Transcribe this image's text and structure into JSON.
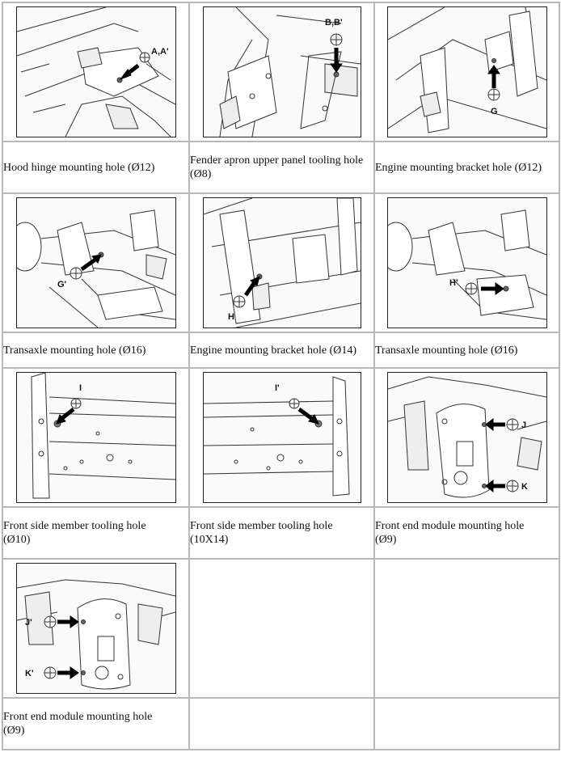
{
  "cells": [
    {
      "caption_lines": [
        "Hood hinge mounting hole (Ø12)"
      ],
      "labels": [
        "A,A'"
      ],
      "icons": [
        "hood-hinge-illustration"
      ]
    },
    {
      "caption_lines": [
        "Fender apron upper panel tooling hole",
        "(Ø8)"
      ],
      "labels": [
        "B,B'"
      ],
      "icons": [
        "fender-apron-illustration"
      ]
    },
    {
      "caption_lines": [
        "Engine mounting bracket hole (Ø12)"
      ],
      "labels": [
        "G"
      ],
      "icons": [
        "engine-bracket-illustration"
      ]
    },
    {
      "caption_lines": [
        "Transaxle mounting hole (Ø16)"
      ],
      "labels": [
        "G'"
      ],
      "icons": [
        "transaxle-illustration"
      ]
    },
    {
      "caption_lines": [
        "Engine mounting bracket hole (Ø14)"
      ],
      "labels": [
        "H"
      ],
      "icons": [
        "engine-bracket-illustration"
      ]
    },
    {
      "caption_lines": [
        "Transaxle mounting hole (Ø16)"
      ],
      "labels": [
        "H'"
      ],
      "icons": [
        "transaxle-illustration"
      ]
    },
    {
      "caption_lines": [
        "Front side member tooling hole",
        "(Ø10)"
      ],
      "labels": [
        "I"
      ],
      "icons": [
        "side-member-illustration"
      ]
    },
    {
      "caption_lines": [
        "Front side member tooling hole",
        "(10X14)"
      ],
      "labels": [
        "I'"
      ],
      "icons": [
        "side-member-illustration"
      ]
    },
    {
      "caption_lines": [
        "Front end module mounting hole",
        "(Ø9)"
      ],
      "labels": [
        "J",
        "K"
      ],
      "icons": [
        "front-end-module-illustration"
      ]
    },
    {
      "caption_lines": [
        "Front end module mounting hole",
        "(Ø9)"
      ],
      "labels": [
        "J'",
        "K'"
      ],
      "icons": [
        "front-end-module-illustration"
      ]
    }
  ]
}
